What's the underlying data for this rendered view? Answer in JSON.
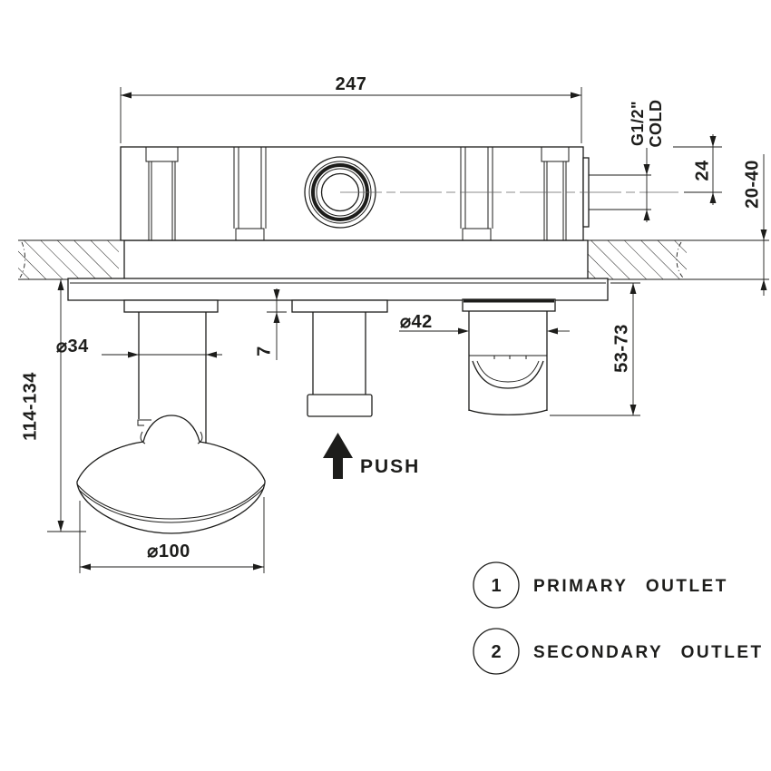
{
  "drawing": {
    "dimensions": {
      "body_width": "247",
      "inlet_thread": "G1/2\"",
      "inlet_type": "COLD",
      "inlet_center_offset": "24",
      "wall_mount_depth": "20-40",
      "stem_diameter": "⌀34",
      "plate_gap": "7",
      "spout_diameter": "⌀42",
      "spout_projection": "53-73",
      "handle_projection": "114-134",
      "handle_diameter": "⌀100"
    },
    "annotations": {
      "push": "PUSH"
    },
    "legend": {
      "items": [
        {
          "number": "1",
          "label": "PRIMARY OUTLET"
        },
        {
          "number": "2",
          "label": "SECONDARY OUTLET"
        }
      ]
    },
    "colors": {
      "line": "#1d1d1b",
      "background": "#ffffff"
    }
  }
}
